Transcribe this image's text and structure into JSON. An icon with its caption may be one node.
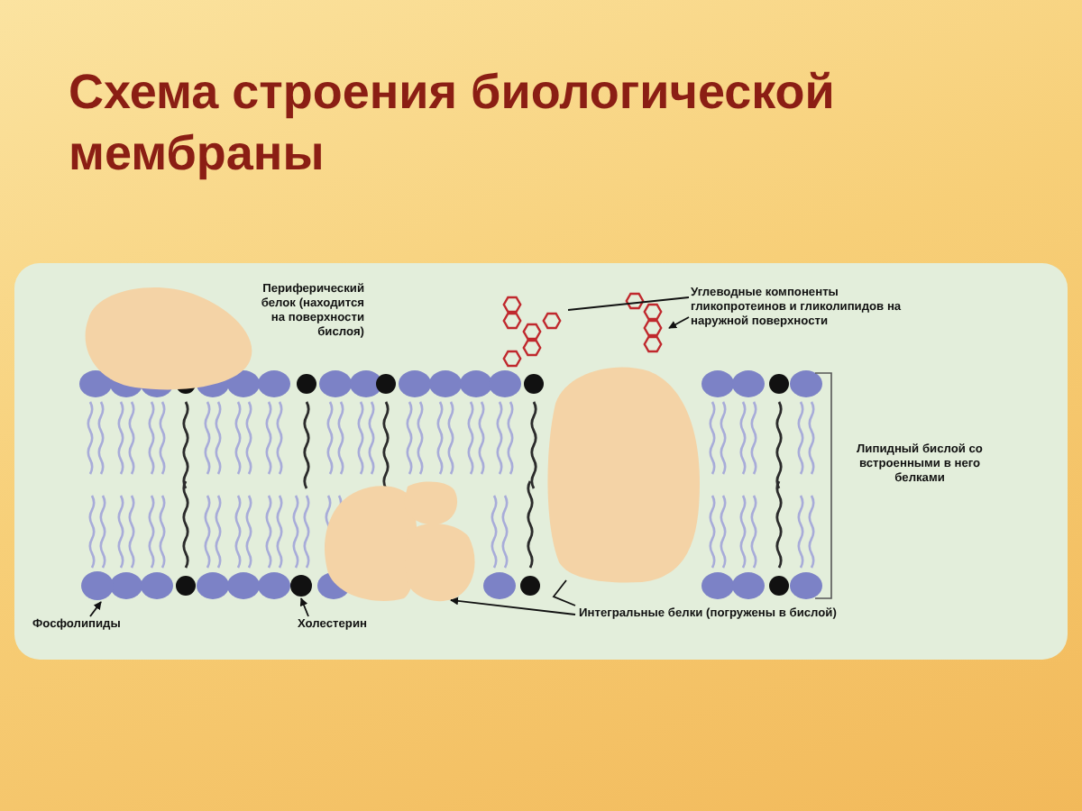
{
  "diagram": {
    "title": "Схема строения биологической мембраны",
    "nodes": [
      {
        "text": [],
        "shape": "blob",
        "beside": [
          "Периферический белок (находится на поверхности бислоя)"
        ]
      },
      {
        "text": [
          "Углеводные компоненты гликопротеинов и гликолипидов на наружной поверхности"
        ]
      },
      {
        "text": [],
        "shape": "picture"
      },
      {
        "text": [],
        "shape": "picture"
      },
      {
        "text": [],
        "shape": "circle"
      },
      {
        "text": [],
        "shape": "circle"
      },
      {
        "text": [],
        "shape": "blob"
      },
      {
        "text": [],
        "shape": "blob"
      },
      {
        "text": [
          "Фосфолипиды"
        ]
      },
      {
        "text": [
          "Холестерин"
        ]
      },
      {
        "text": [
          "Интегральные белки (погружены в бислой)"
        ]
      }
    ],
    "edges": [
      {
        "from": 1,
        "to": 2,
        "arrow": "none"
      },
      {
        "from": 1,
        "to": 3,
        "arrow": "to"
      },
      {
        "from": 8,
        "to": 4,
        "arrow": "to"
      },
      {
        "from": 9,
        "to": 5,
        "arrow": "to"
      },
      {
        "from": 10,
        "to": 6,
        "arrow": "to"
      },
      {
        "from": 10,
        "to": 7,
        "arrow": "none"
      }
    ],
    "labels": [
      "Липидный бислой со встроенными в него белками"
    ]
  }
}
